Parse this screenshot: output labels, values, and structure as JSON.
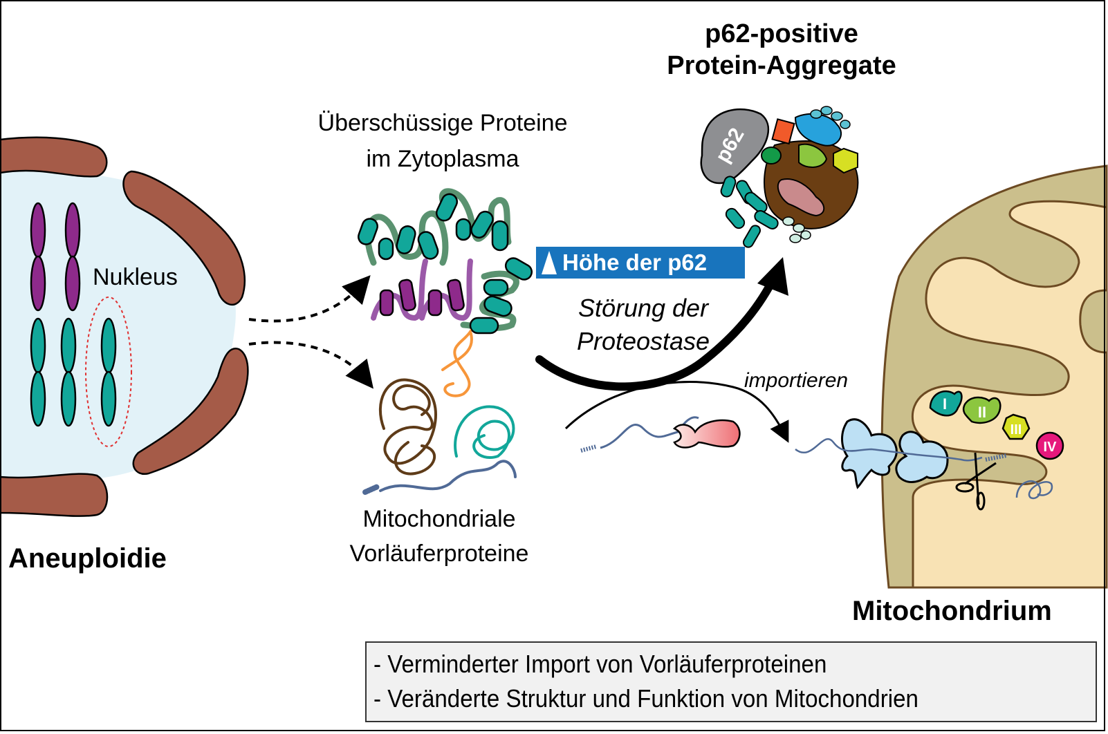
{
  "figure": {
    "aggregate_title": [
      "p62-positive",
      "Protein-Aggregate"
    ],
    "excess_proteins_label": [
      "Überschüssige Proteine",
      "im Zytoplasma"
    ],
    "nucleus_label": "Nukleus",
    "aneuploidy_label": "Aneuploidie",
    "mito_precursors_label": [
      "Mitochondriale",
      "Vorläuferproteine"
    ],
    "mitochondrion_label": "Mitochondrium",
    "p62_badge": {
      "icon": "up-triangle-icon",
      "text": "Höhe der p62"
    },
    "proteostasis_label": [
      "Störung der",
      "Proteostase"
    ],
    "import_label": "importieren",
    "p62_blob_text": "p62",
    "complexes": [
      "I",
      "II",
      "III",
      "IV"
    ],
    "summary": [
      "- Verminderter Import von Vorläuferproteinen",
      "- Veränderte Struktur und Funktion von Mitochondrien"
    ],
    "colors": {
      "nuclear_envelope": "#a55b48",
      "nucleoplasm": "#e2f2f8",
      "chromosome_purple": "#8e2a8b",
      "chromosome_teal": "#12a79a",
      "linker_green": "#5a9270",
      "p62_badge": "#1874bd",
      "mito_outer": "#cbbf8c",
      "mito_inner": "#f8e2b4",
      "mito_border": "#6c4a22",
      "tom_tim": "#bde0f4",
      "complex_I": "#12a79a",
      "complex_II": "#8cc63f",
      "complex_III": "#d7df23",
      "complex_IV": "#e6197c",
      "summary_bg": "#f1f1f1"
    }
  }
}
